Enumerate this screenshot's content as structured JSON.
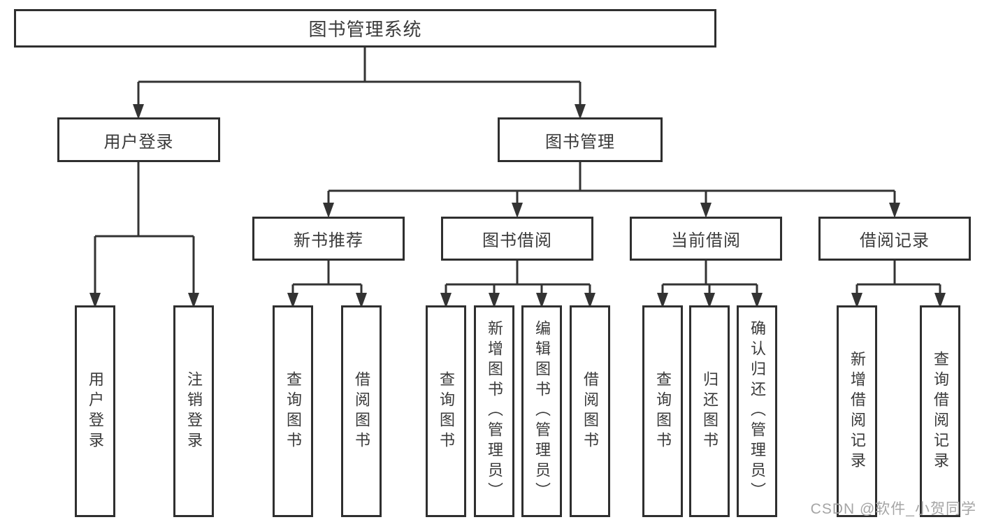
{
  "diagram": {
    "root": "图书管理系统",
    "level2": [
      {
        "label": "用户登录",
        "children": [
          "用户登录",
          "注销登录"
        ]
      },
      {
        "label": "图书管理",
        "children": [
          {
            "label": "新书推荐",
            "children": [
              "查询图书",
              "借阅图书"
            ]
          },
          {
            "label": "图书借阅",
            "children": [
              "查询图书",
              "新增图书（管理员）",
              "编辑图书（管理员）",
              "借阅图书"
            ]
          },
          {
            "label": "当前借阅",
            "children": [
              "查询图书",
              "归还图书",
              "确认归还（管理员）"
            ]
          },
          {
            "label": "借阅记录",
            "children": [
              "新增借阅记录",
              "查询借阅记录"
            ]
          }
        ]
      }
    ]
  },
  "watermark": "CSDN @软件_小贺同学"
}
